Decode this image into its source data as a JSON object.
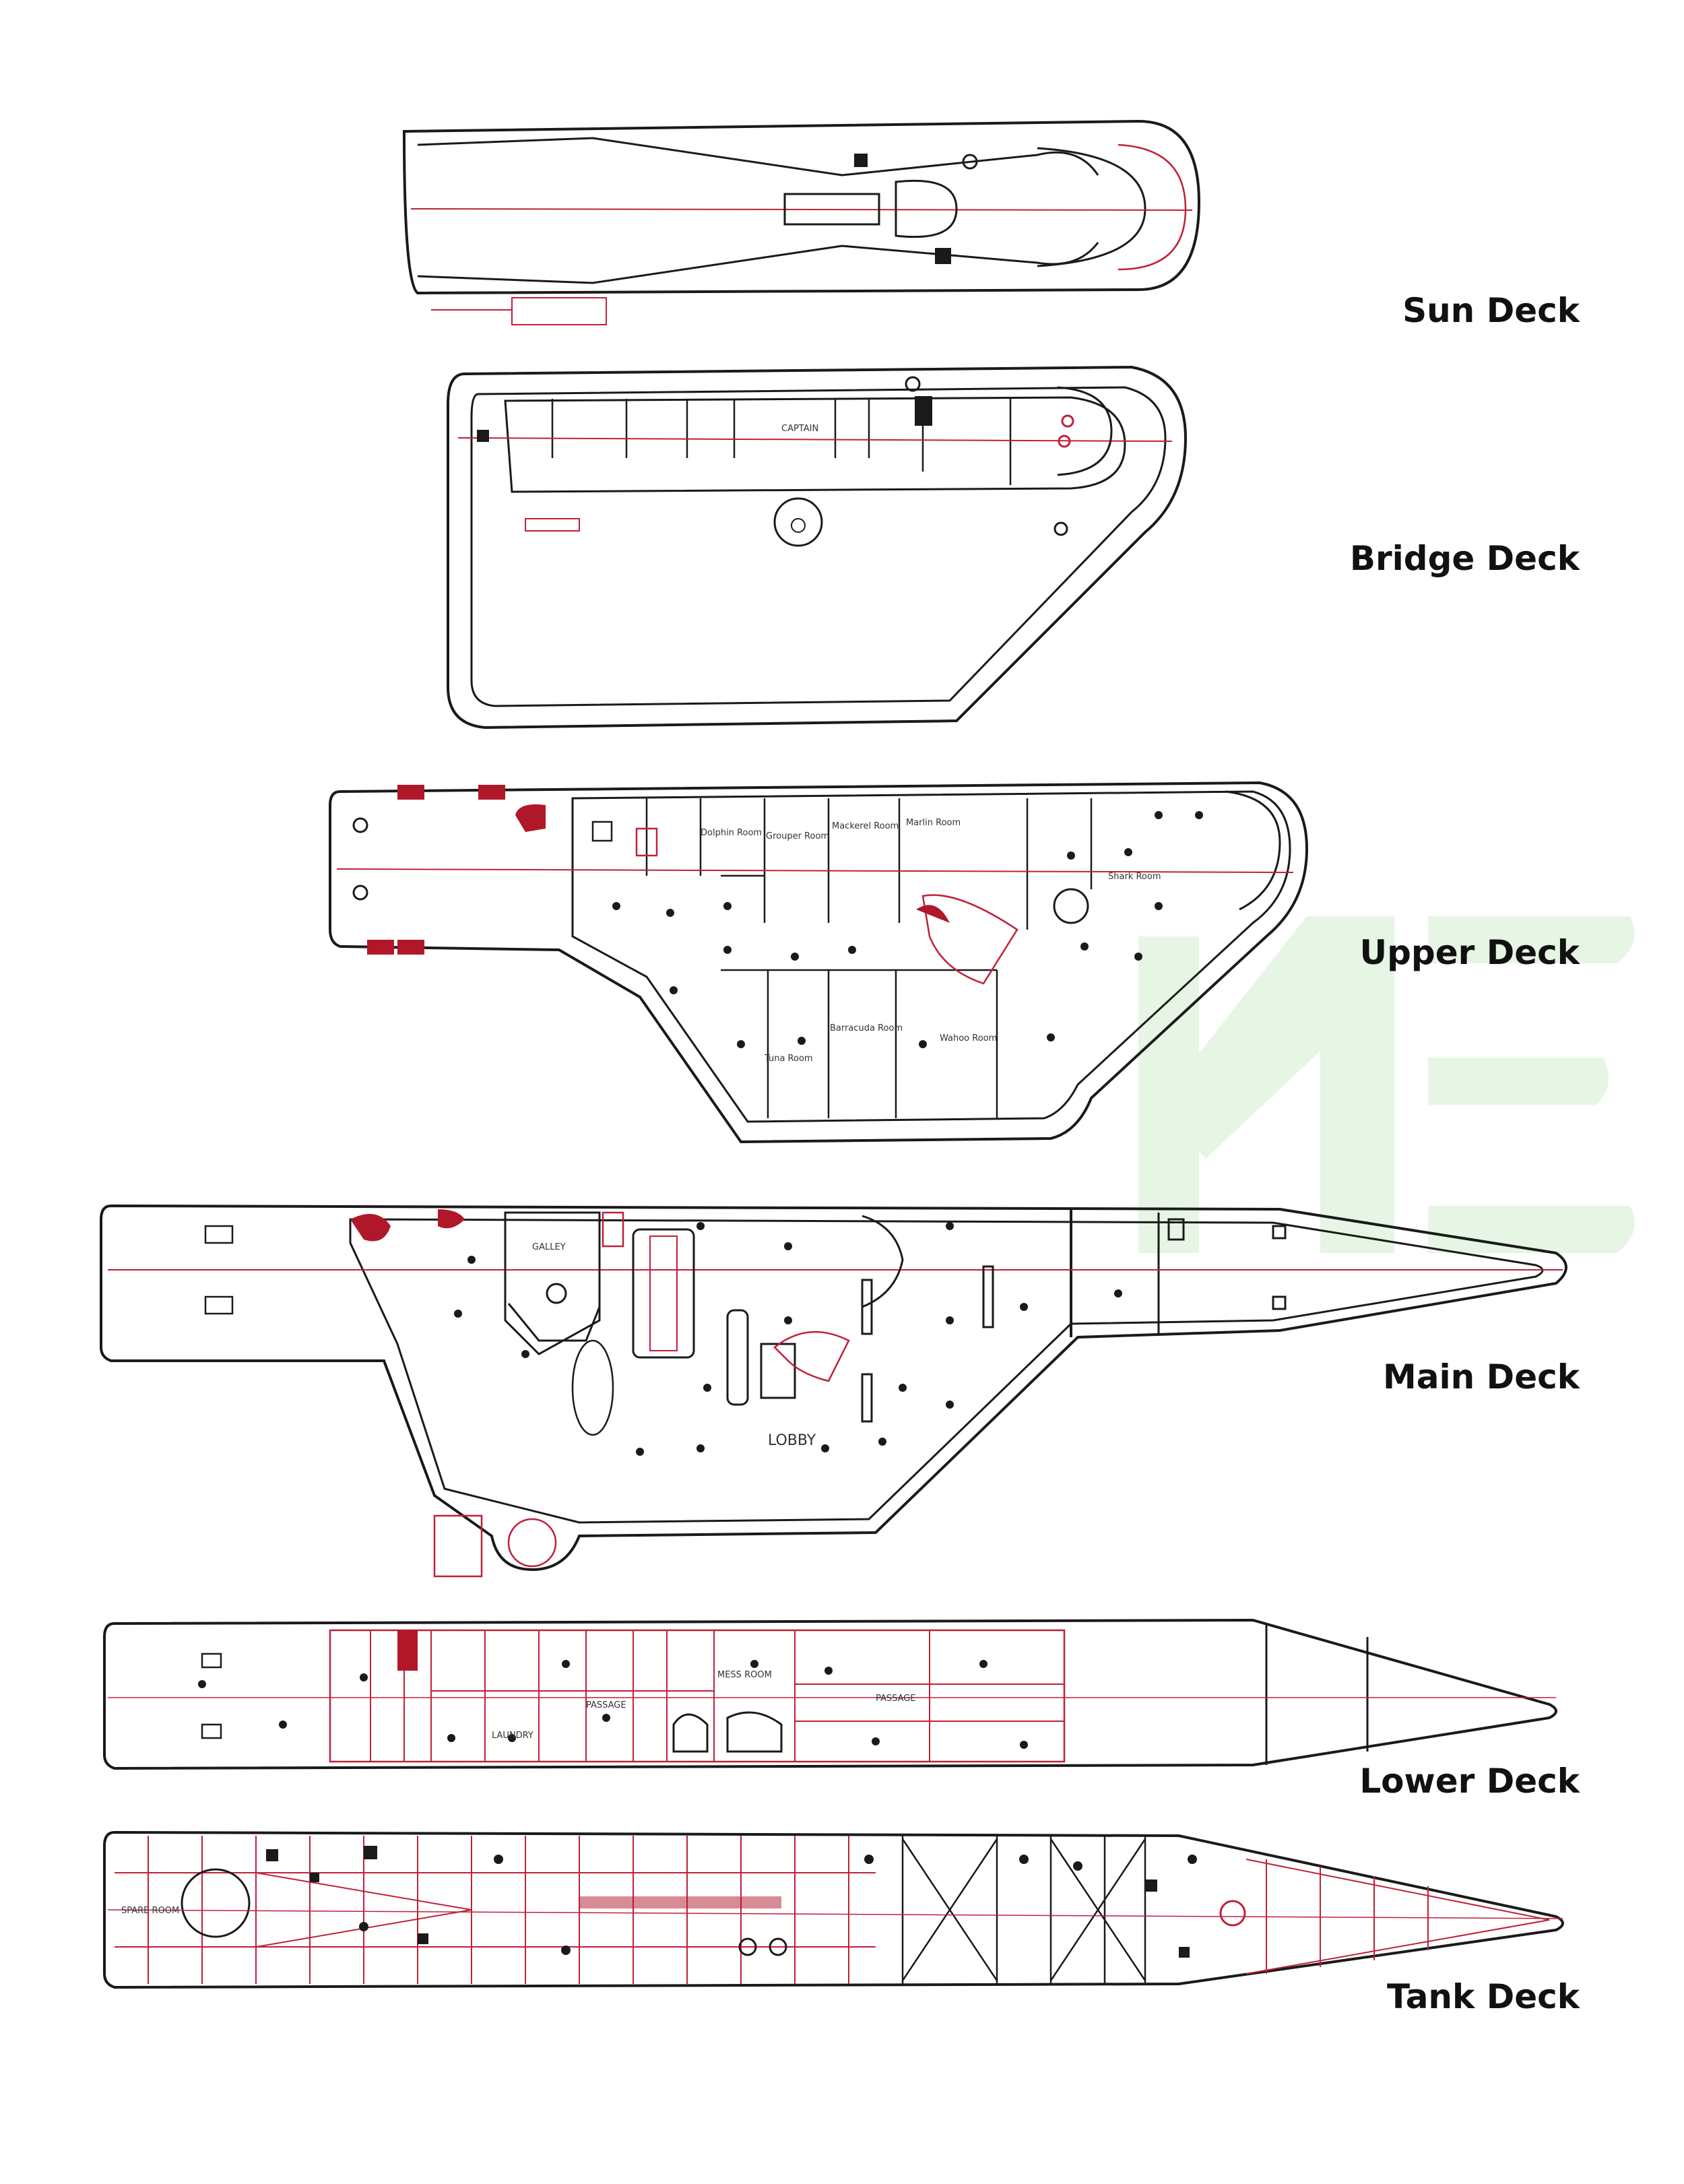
{
  "decks": [
    {
      "id": "sun",
      "label": "Sun Deck"
    },
    {
      "id": "bridge",
      "label": "Bridge Deck",
      "rooms": [
        "CAPTAIN"
      ]
    },
    {
      "id": "upper",
      "label": "Upper Deck",
      "rooms": [
        "Dolphin Room",
        "Grouper Room",
        "Mackerel Room",
        "Marlin Room",
        "Shark Room",
        "Tuna Room",
        "Barracuda Room",
        "Wahoo Room"
      ]
    },
    {
      "id": "main",
      "label": "Main Deck",
      "rooms": [
        "GALLEY",
        "LOBBY"
      ]
    },
    {
      "id": "lower",
      "label": "Lower Deck",
      "rooms": [
        "MESS ROOM",
        "PASSAGE",
        "PASSAGE",
        "LAUNDRY"
      ]
    },
    {
      "id": "tank",
      "label": "Tank Deck",
      "rooms": [
        "SPARE ROOM"
      ]
    }
  ],
  "colors": {
    "outline": "#1a1a1a",
    "detail": "#c0203a",
    "accent_red": "#b0182a",
    "watermark": "#e6f5e4",
    "label": "#111111"
  }
}
